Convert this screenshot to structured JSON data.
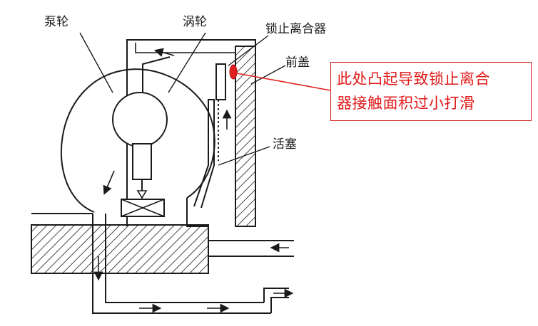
{
  "labels": {
    "pump": "泵轮",
    "turbine": "涡轮",
    "lockup_clutch": "锁止离合器",
    "front_cover": "前盖",
    "piston": "活塞"
  },
  "callout": {
    "line1": "此处凸起导致锁止离合",
    "line2": "器接触面积过小打滑"
  },
  "colors": {
    "line": "#1a1a1a",
    "highlight": "#e02020",
    "callout_text": "#e01818",
    "callout_border": "#d22020"
  }
}
